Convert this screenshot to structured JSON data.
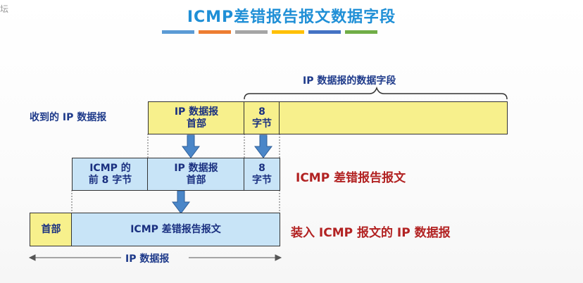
{
  "page": {
    "title": "ICMP差错报告报文数据字段",
    "corner_mark": "坛"
  },
  "accent_colors": [
    "#5b9bd5",
    "#ed7d31",
    "#a5a5a5",
    "#ffc000",
    "#4472c4",
    "#70ad47"
  ],
  "diagram": {
    "ip_data_field_label": "IP 数据报的数据字段",
    "received_ip_label": "收到的 IP 数据报",
    "received_header": "IP 数据报\n首部",
    "received_8bytes": "8\n字节",
    "icmp_front_8": "ICMP 的\n前 8 字节",
    "icmp_ip_header": "IP 数据报\n首部",
    "icmp_8bytes": "8\n字节",
    "icmp_error_label": "ICMP 差错报告报文",
    "outer_header": "首部",
    "outer_body": "ICMP 差错报告报文",
    "outer_label": "装入 ICMP 报文的 IP 数据报",
    "ip_datagram_label": "IP 数据报"
  },
  "colors": {
    "title": "#1f8fd6",
    "label_blue": "#1e3a8a",
    "label_red": "#b22222",
    "box_yellow": "#f7f08c",
    "box_cyan": "#c8e4f7",
    "arrow": "#4a86c8"
  }
}
